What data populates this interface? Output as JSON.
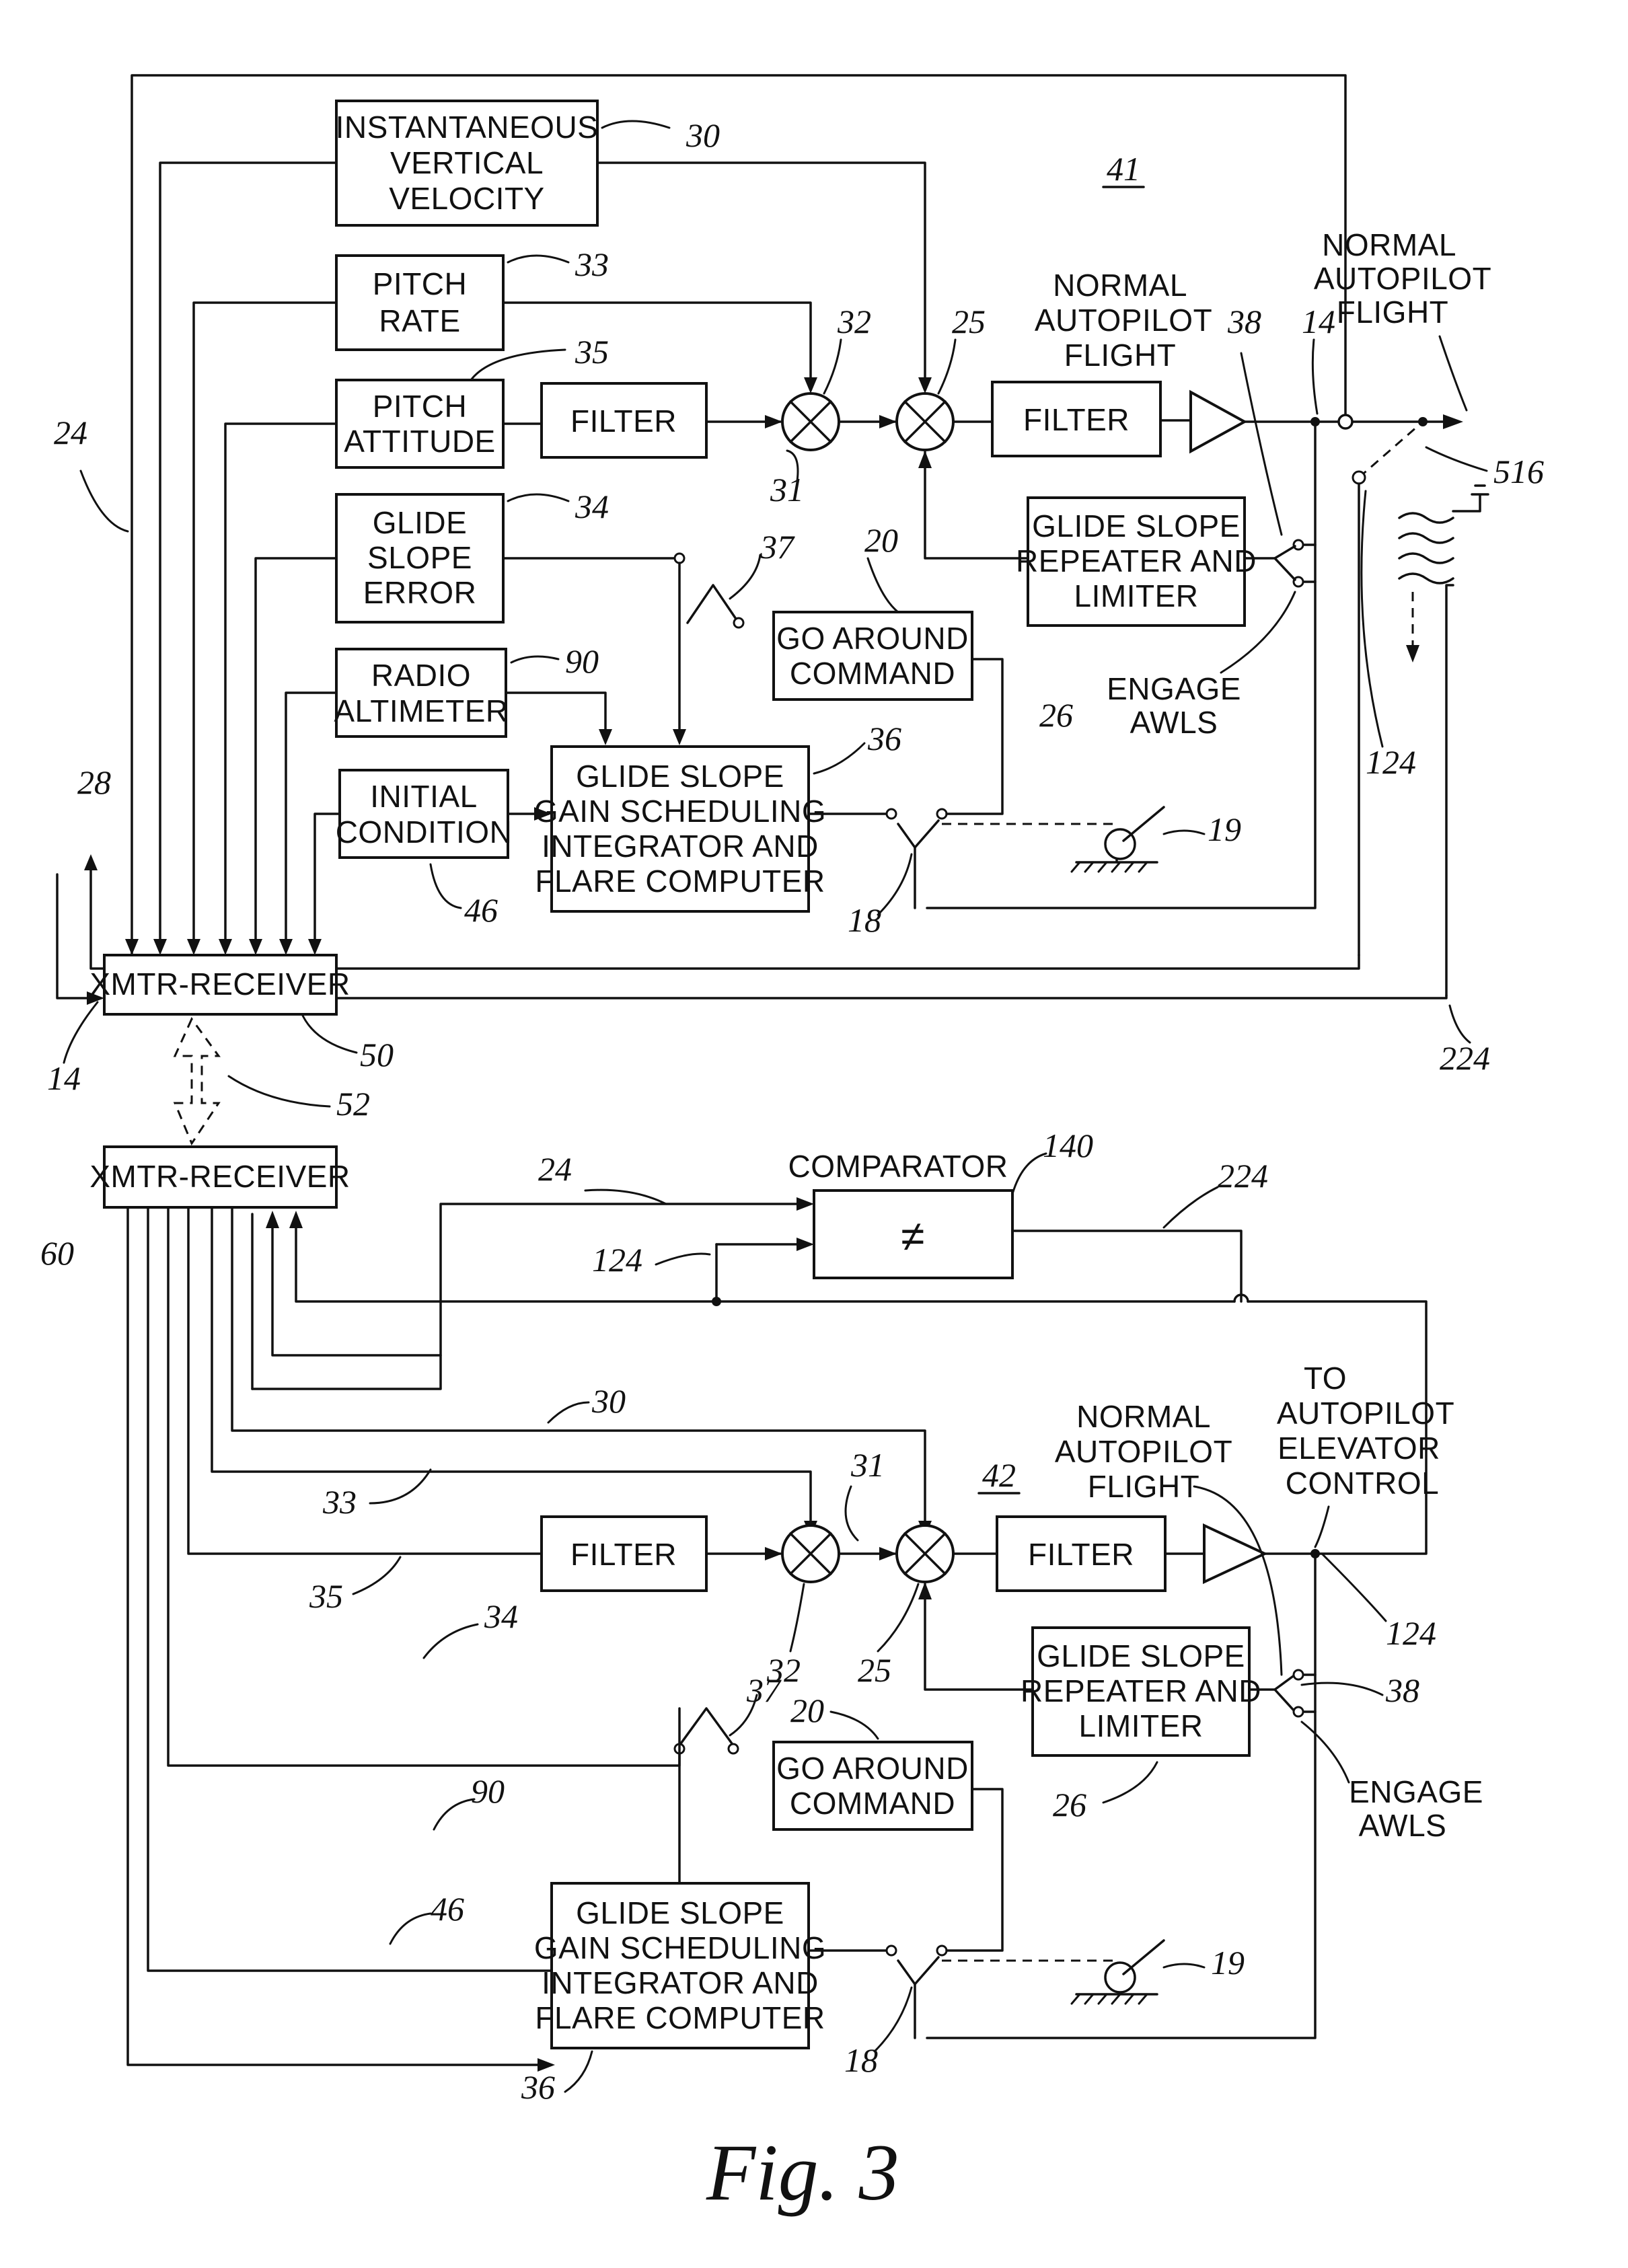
{
  "figure": {
    "caption": "Fig. 3"
  },
  "upper": {
    "section_label": "41",
    "instantaneous_vertical_velocity": [
      "INSTANTANEOUS",
      "VERTICAL",
      "VELOCITY"
    ],
    "pitch_rate": [
      "PITCH",
      "RATE"
    ],
    "pitch_attitude": [
      "PITCH",
      "ATTITUDE"
    ],
    "glide_slope_error": [
      "GLIDE",
      "SLOPE",
      "ERROR"
    ],
    "radio_altimeter": [
      "RADIO",
      "ALTIMETER"
    ],
    "initial_condition": [
      "INITIAL",
      "CONDITION"
    ],
    "filter_a": "FILTER",
    "filter_b": "FILTER",
    "go_around_command": [
      "GO AROUND",
      "COMMAND"
    ],
    "glide_slope_repeater": [
      "GLIDE SLOPE",
      "REPEATER AND",
      "LIMITER"
    ],
    "gs_computer": [
      "GLIDE SLOPE",
      "GAIN SCHEDULING",
      "INTEGRATOR AND",
      "FLARE COMPUTER"
    ],
    "xmtr_receiver": "XMTR-RECEIVER",
    "normal_autopilot_flight_1": [
      "NORMAL",
      "AUTOPILOT",
      "FLIGHT"
    ],
    "normal_autopilot_flight_2": [
      "NORMAL",
      "AUTOPILOT",
      "FLIGHT"
    ],
    "engage_awls": [
      "ENGAGE",
      "AWLS"
    ]
  },
  "lower": {
    "section_label": "42",
    "xmtr_receiver": "XMTR-RECEIVER",
    "comparator": "COMPARATOR",
    "comparator_symbol": "≠",
    "filter_a": "FILTER",
    "filter_b": "FILTER",
    "go_around_command": [
      "GO AROUND",
      "COMMAND"
    ],
    "glide_slope_repeater": [
      "GLIDE SLOPE",
      "REPEATER AND",
      "LIMITER"
    ],
    "gs_computer": [
      "GLIDE SLOPE",
      "GAIN SCHEDULING",
      "INTEGRATOR AND",
      "FLARE COMPUTER"
    ],
    "to_autopilot": [
      "TO",
      "AUTOPILOT",
      "ELEVATOR",
      "CONTROL"
    ],
    "normal_autopilot_flight": [
      "NORMAL",
      "AUTOPILOT",
      "FLIGHT"
    ],
    "engage_awls": [
      "ENGAGE",
      "AWLS"
    ]
  },
  "refs": {
    "r30": "30",
    "r33": "33",
    "r35": "35",
    "r34": "34",
    "r90": "90",
    "r46": "46",
    "r36": "36",
    "r32": "32",
    "r25": "25",
    "r31": "31",
    "r20": "20",
    "r37": "37",
    "r26": "26",
    "r38": "38",
    "r14": "14",
    "r516": "516",
    "r124": "124",
    "r19": "19",
    "r18": "18",
    "r24": "24",
    "r28": "28",
    "r50": "50",
    "r52": "52",
    "r224": "224",
    "r60": "60",
    "r140": "140"
  }
}
